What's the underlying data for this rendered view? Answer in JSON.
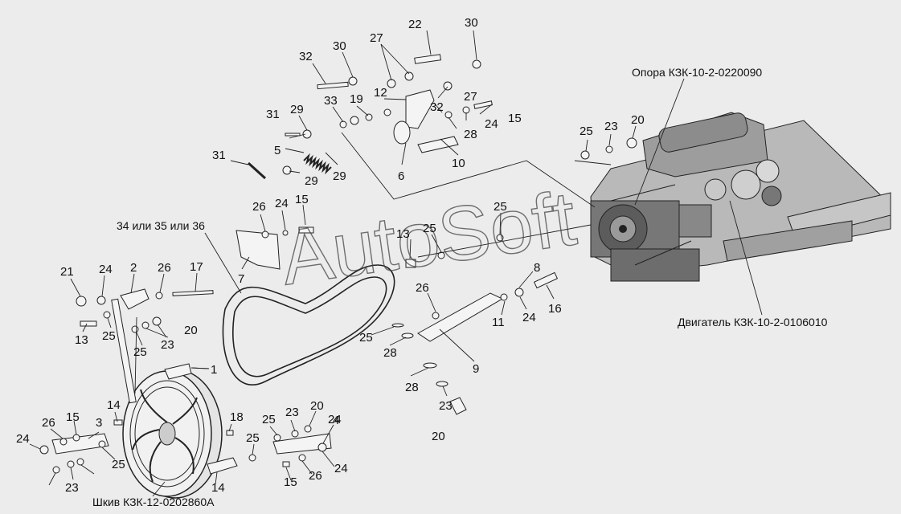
{
  "watermark": "AutoSoft",
  "captions": {
    "support": "Опора КЗК-10-2-0220090",
    "engine": "Двигатель КЗК-10-2-0106010",
    "belt_options": "34 или 35 или 36",
    "pulley": "Шкив КЗК-12-0202860А"
  },
  "part_numbers": [
    "22",
    "30",
    "27",
    "32",
    "30",
    "12",
    "27",
    "33",
    "19",
    "24",
    "15",
    "29",
    "31",
    "28",
    "5",
    "32",
    "29",
    "31",
    "29",
    "6",
    "10",
    "25",
    "23",
    "20",
    "26",
    "24",
    "15",
    "25",
    "13",
    "25",
    "8",
    "7",
    "21",
    "24",
    "2",
    "26",
    "17",
    "26",
    "16",
    "11",
    "24",
    "13",
    "25",
    "20",
    "25",
    "23",
    "25",
    "9",
    "28",
    "1",
    "28",
    "14",
    "18",
    "23",
    "20",
    "23",
    "26",
    "15",
    "3",
    "25",
    "24",
    "4",
    "24",
    "25",
    "20",
    "23",
    "25",
    "14",
    "15",
    "26",
    "24"
  ],
  "colors": {
    "background": "#ececec",
    "ink": "#111111",
    "line": "#1a1a1a",
    "engine": "#8a8a8a"
  }
}
